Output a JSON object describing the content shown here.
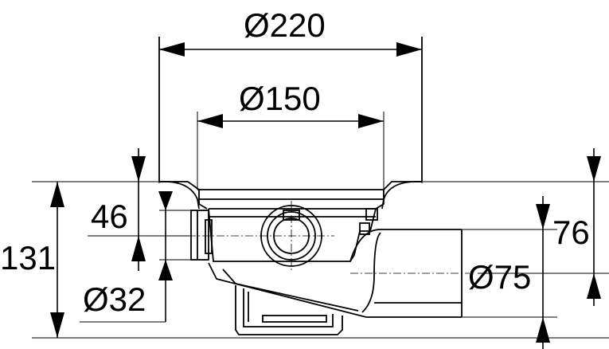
{
  "dimensions": {
    "top_outer_diameter": "Ø220",
    "top_inner_diameter": "Ø150",
    "total_height": "131",
    "inlet_offset": "46",
    "inlet_diameter": "Ø32",
    "outlet_offset": "76",
    "outlet_diameter": "Ø75"
  },
  "colors": {
    "line": "#000000",
    "background": "#ffffff"
  }
}
